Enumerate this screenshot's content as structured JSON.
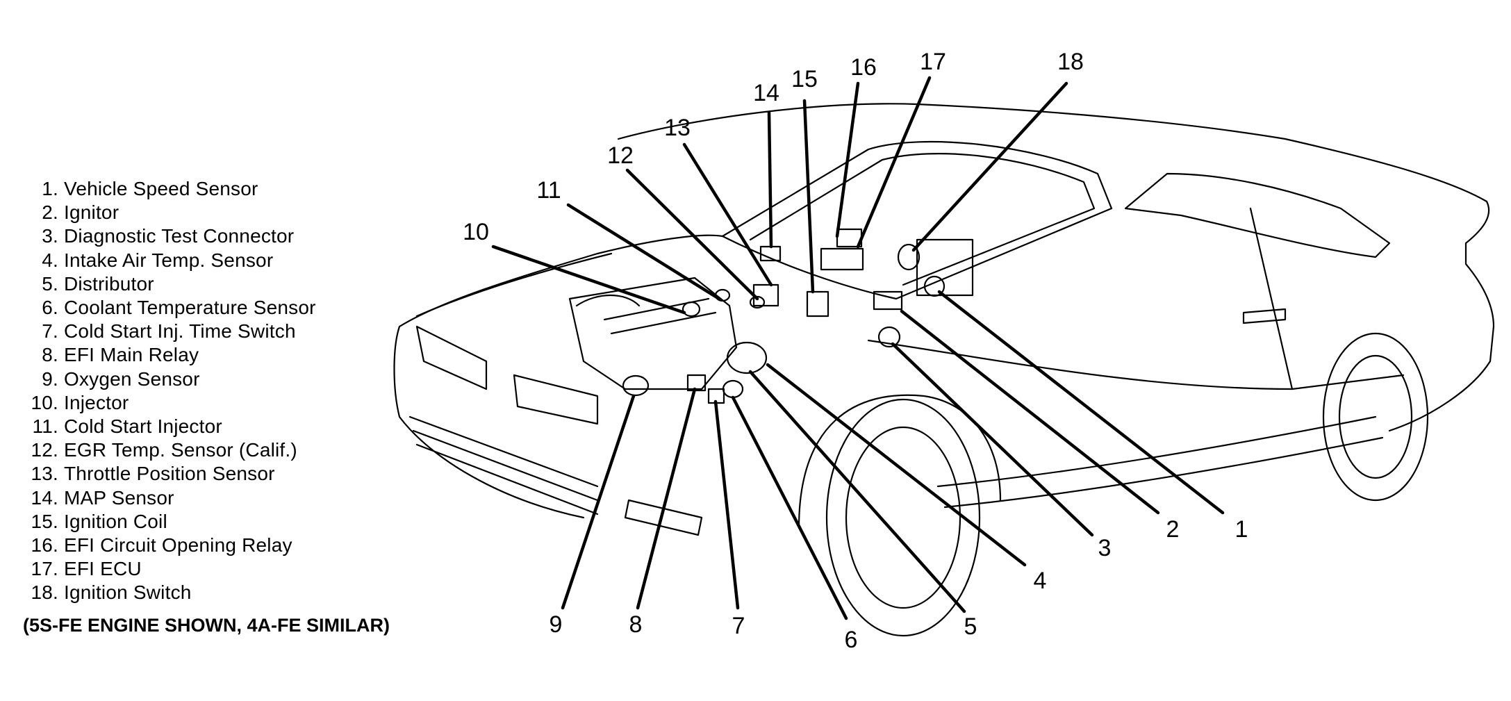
{
  "legend": {
    "items": [
      {
        "num": "1.",
        "label": "Vehicle Speed Sensor"
      },
      {
        "num": "2.",
        "label": "Ignitor"
      },
      {
        "num": "3.",
        "label": "Diagnostic Test Connector"
      },
      {
        "num": "4.",
        "label": "Intake Air Temp. Sensor"
      },
      {
        "num": "5.",
        "label": "Distributor"
      },
      {
        "num": "6.",
        "label": "Coolant Temperature Sensor"
      },
      {
        "num": "7.",
        "label": "Cold Start Inj. Time Switch"
      },
      {
        "num": "8.",
        "label": "EFI Main Relay"
      },
      {
        "num": "9.",
        "label": "Oxygen Sensor"
      },
      {
        "num": "10.",
        "label": "Injector"
      },
      {
        "num": "11.",
        "label": "Cold Start Injector"
      },
      {
        "num": "12.",
        "label": "EGR Temp. Sensor (Calif.)"
      },
      {
        "num": "13.",
        "label": "Throttle Position Sensor"
      },
      {
        "num": "14.",
        "label": "MAP Sensor"
      },
      {
        "num": "15.",
        "label": "Ignition Coil"
      },
      {
        "num": "16.",
        "label": "EFI Circuit Opening Relay"
      },
      {
        "num": "17.",
        "label": "EFI ECU"
      },
      {
        "num": "18.",
        "label": "Ignition Switch"
      }
    ]
  },
  "caption": "(5S-FE ENGINE SHOWN, 4A-FE SIMILAR)",
  "callouts": [
    "1",
    "2",
    "3",
    "4",
    "5",
    "6",
    "7",
    "8",
    "9",
    "10",
    "11",
    "12",
    "13",
    "14",
    "15",
    "16",
    "17",
    "18"
  ]
}
